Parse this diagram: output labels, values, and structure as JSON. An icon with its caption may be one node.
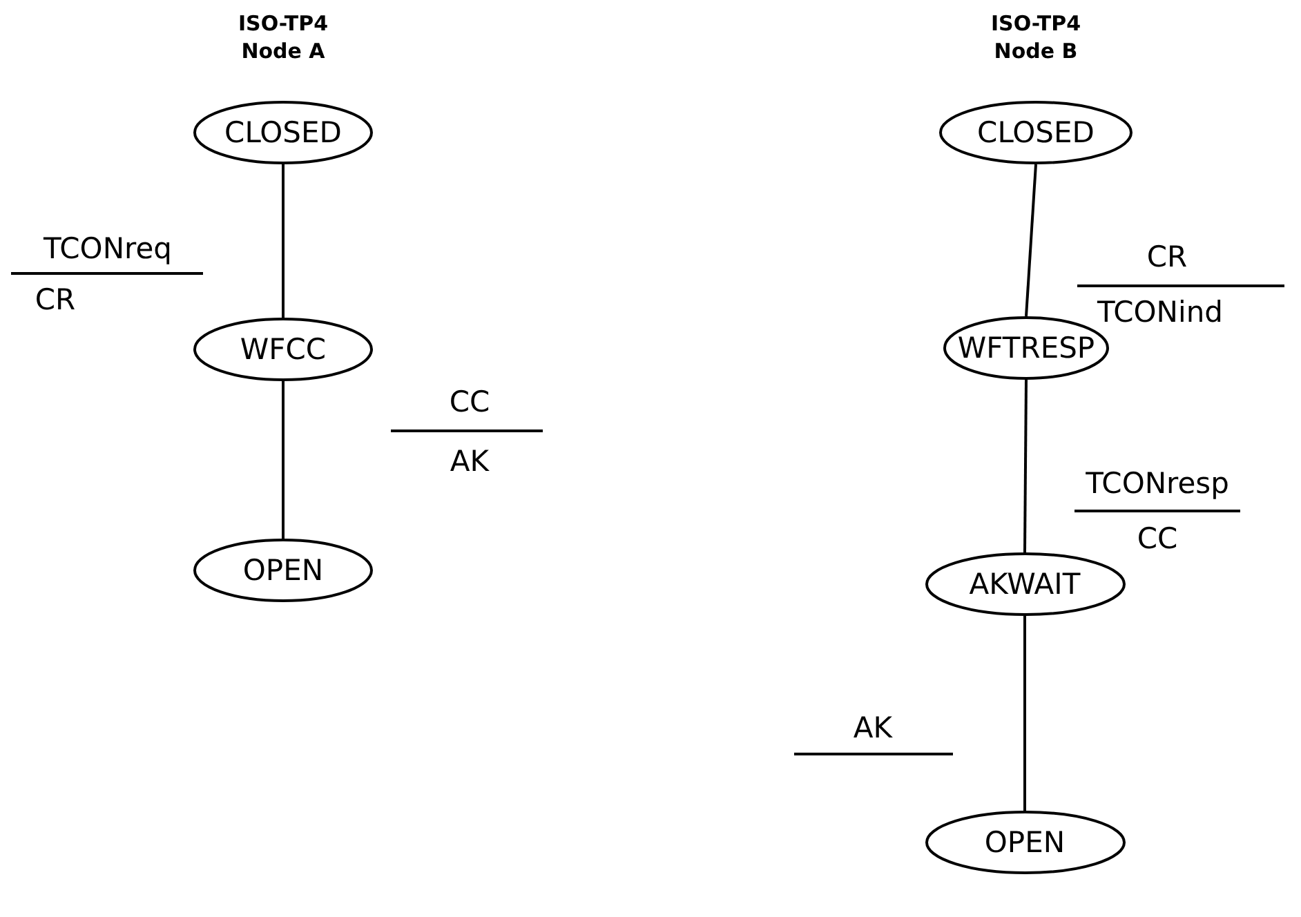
{
  "diagram": {
    "nodes": [
      {
        "text": [
          "CLOSED"
        ]
      },
      {
        "text": [
          "WFCC"
        ]
      },
      {
        "text": [
          "OPEN"
        ]
      },
      {
        "text": [
          "CLOSED"
        ]
      },
      {
        "text": [
          "WFTRESP"
        ]
      },
      {
        "text": [
          "AKWAIT"
        ]
      },
      {
        "text": [
          "OPEN"
        ]
      }
    ],
    "edges": [
      {
        "from": 0,
        "to": 1,
        "arrow": "none"
      },
      {
        "from": 1,
        "to": 2,
        "arrow": "none"
      },
      {
        "from": 3,
        "to": 4,
        "arrow": "none"
      },
      {
        "from": 4,
        "to": 5,
        "arrow": "none"
      },
      {
        "from": 5,
        "to": 6,
        "arrow": "none"
      }
    ],
    "labels": [
      "ISO-TP4 Node A",
      "ISO-TP4 Node B",
      "TCONreq",
      "CR",
      "CC",
      "AK",
      "CR",
      "TCONind",
      "TCONresp",
      "CC",
      "AK"
    ]
  }
}
